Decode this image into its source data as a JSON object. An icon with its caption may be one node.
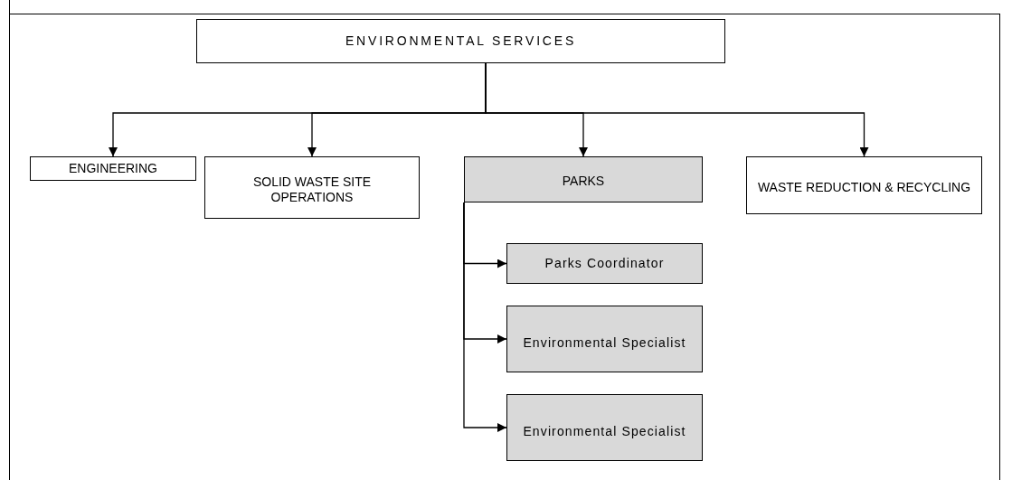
{
  "diagram": {
    "nodes": [
      {
        "text": [
          "ENVIRONMENTAL SERVICES"
        ]
      },
      {
        "text": [
          "ENGINEERING"
        ]
      },
      {
        "text": [
          "SOLID WASTE SITE OPERATIONS"
        ]
      },
      {
        "text": [
          "PARKS"
        ]
      },
      {
        "text": [
          "WASTE REDUCTION & RECYCLING"
        ]
      },
      {
        "text": [
          "Parks Coordinator"
        ]
      },
      {
        "text": [
          "Environmental Specialist"
        ]
      },
      {
        "text": [
          "Environmental Specialist"
        ]
      }
    ],
    "edges": [
      {
        "from": 0,
        "to": 1,
        "arrow": "to"
      },
      {
        "from": 0,
        "to": 2,
        "arrow": "to"
      },
      {
        "from": 0,
        "to": 3,
        "arrow": "to"
      },
      {
        "from": 0,
        "to": 4,
        "arrow": "to"
      },
      {
        "from": 3,
        "to": 5,
        "arrow": "to"
      },
      {
        "from": 3,
        "to": 6,
        "arrow": "to"
      },
      {
        "from": 3,
        "to": 7,
        "arrow": "to"
      }
    ]
  }
}
